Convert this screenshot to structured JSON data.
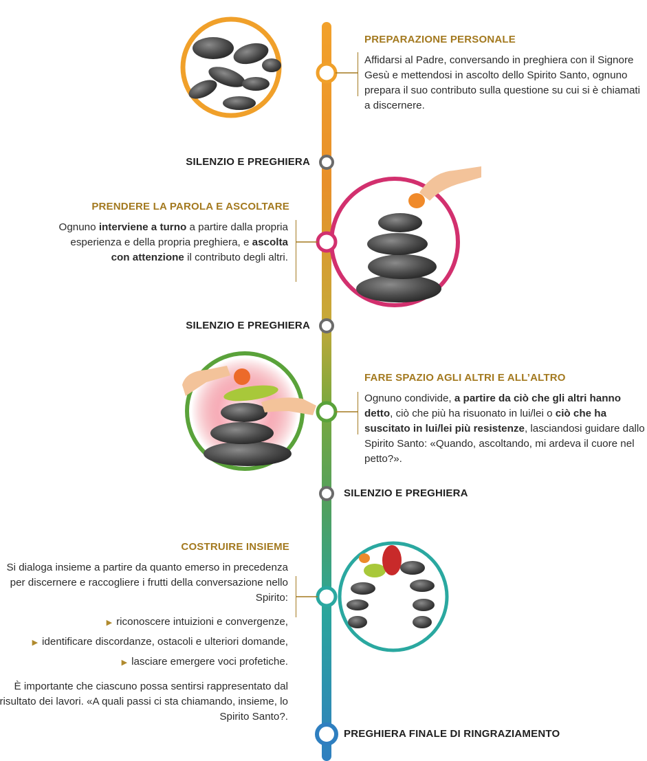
{
  "steps": [
    {
      "title": "PREPARAZIONE PERSONALE",
      "body": "Affidarsi al Padre, conversando in preghiera con il Signore Gesù e mettendosi in ascolto dello Spirito Santo, ognuno prepara il suo contributo sulla questione su cui si è chiamati a discernere.",
      "color": "#f0a02a"
    },
    {
      "title": "PRENDERE LA PAROLA E ASCOLTARE",
      "body_parts": [
        "Ognuno ",
        "interviene a turno",
        " a partire dalla propria esperienza e della propria preghiera, e ",
        "ascolta con attenzione",
        " il contributo degli altri."
      ],
      "color": "#d2306e"
    },
    {
      "title": "FARE SPAZIO AGLI ALTRI E ALL’ALTRO",
      "body_parts": [
        "Ognuno condivide, ",
        "a partire da ciò che gli altri hanno detto",
        ", ciò che più ha risuonato in lui/lei o ",
        "ciò che ha suscitato in lui/lei più resistenze",
        ", lasciandosi guidare dallo Spirito Santo: «Quando, ascoltando, mi ardeva il cuore nel petto?»."
      ],
      "color": "#5aa23a"
    },
    {
      "title": "COSTRUIRE INSIEME",
      "intro": "Si dialoga insieme a partire da quanto emerso in precedenza per discernere e raccogliere i frutti della conversazione nello Spirito:",
      "bullets": [
        "riconoscere intuizioni e convergenze,",
        "identificare discordanze, ostacoli e ulteriori domande,",
        "lasciare emergere voci profetiche."
      ],
      "closing": "È importante che ciascuno possa sentirsi rappresentato dal risultato dei lavori. «A quali passi ci sta chiamando, insieme, lo Spirito Santo?.",
      "color": "#2aa8a0"
    }
  ],
  "silence_label": "SILENZIO E PREGHIERA",
  "final_label": "PREGHIERA FINALE DI RINGRAZIAMENTO",
  "accent_color": "#a3791f"
}
